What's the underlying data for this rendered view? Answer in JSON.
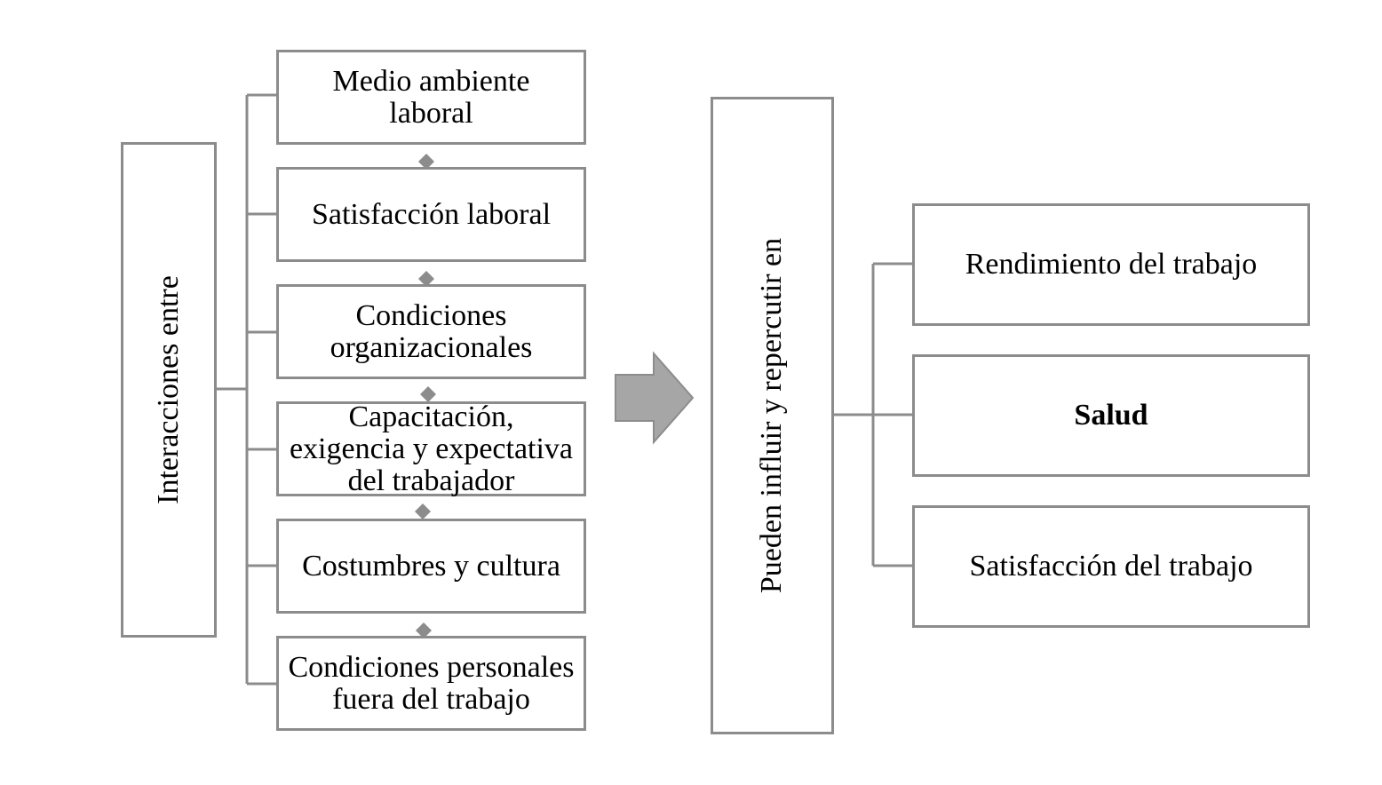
{
  "diagram": {
    "left_label": "Interacciones entre",
    "factors": [
      "Medio ambiente\nlaboral",
      "Satisfacción laboral",
      "Condiciones\norganizacionales",
      "Capacitación,\nexigencia y expectativa\ndel trabajador",
      "Costumbres y cultura",
      "Condiciones personales\nfuera del trabajo"
    ],
    "middle_label": "Pueden influir y repercutir en",
    "outcomes": [
      "Rendimiento del trabajo",
      "Salud",
      "Satisfacción del trabajo"
    ],
    "colors": {
      "border": "#8c8c8c",
      "arrow_fill": "#a6a6a6",
      "text": "#000000"
    }
  }
}
